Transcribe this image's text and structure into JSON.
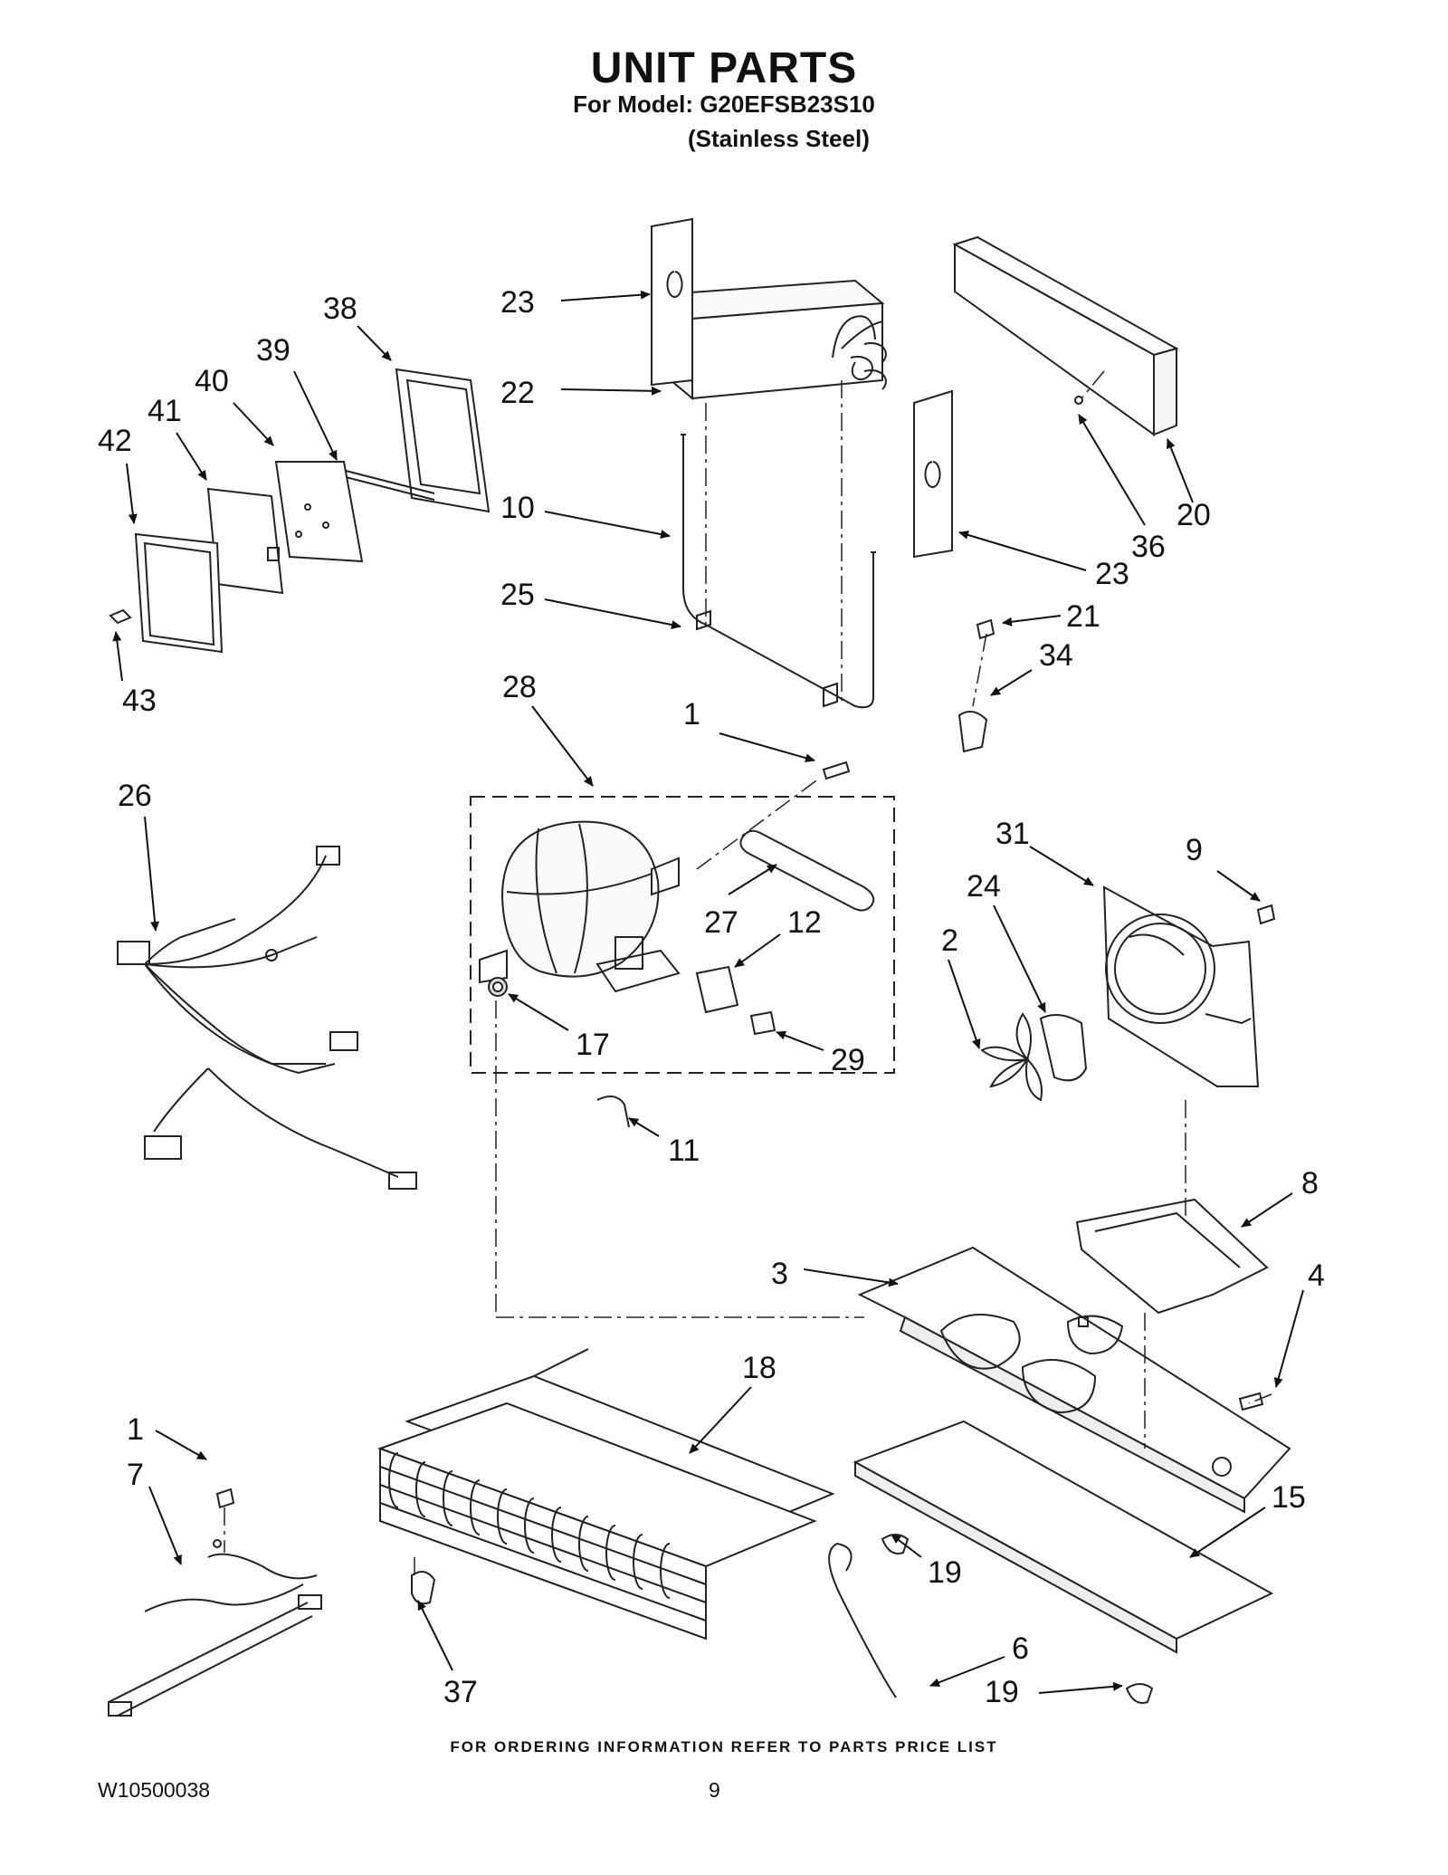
{
  "header": {
    "title": "UNIT PARTS",
    "model_line": "For Model: G20EFSB23S10",
    "variant": "(Stainless Steel)"
  },
  "callouts": [
    "1",
    "2",
    "3",
    "4",
    "6",
    "7",
    "8",
    "9",
    "10",
    "11",
    "12",
    "15",
    "17",
    "18",
    "19",
    "20",
    "21",
    "22",
    "23",
    "24",
    "25",
    "26",
    "27",
    "28",
    "29",
    "31",
    "34",
    "36",
    "37",
    "38",
    "39",
    "40",
    "41",
    "42",
    "43"
  ],
  "footer": {
    "note": "FOR ORDERING INFORMATION REFER TO PARTS PRICE LIST",
    "doc_number": "W10500038",
    "page_number": "9"
  }
}
